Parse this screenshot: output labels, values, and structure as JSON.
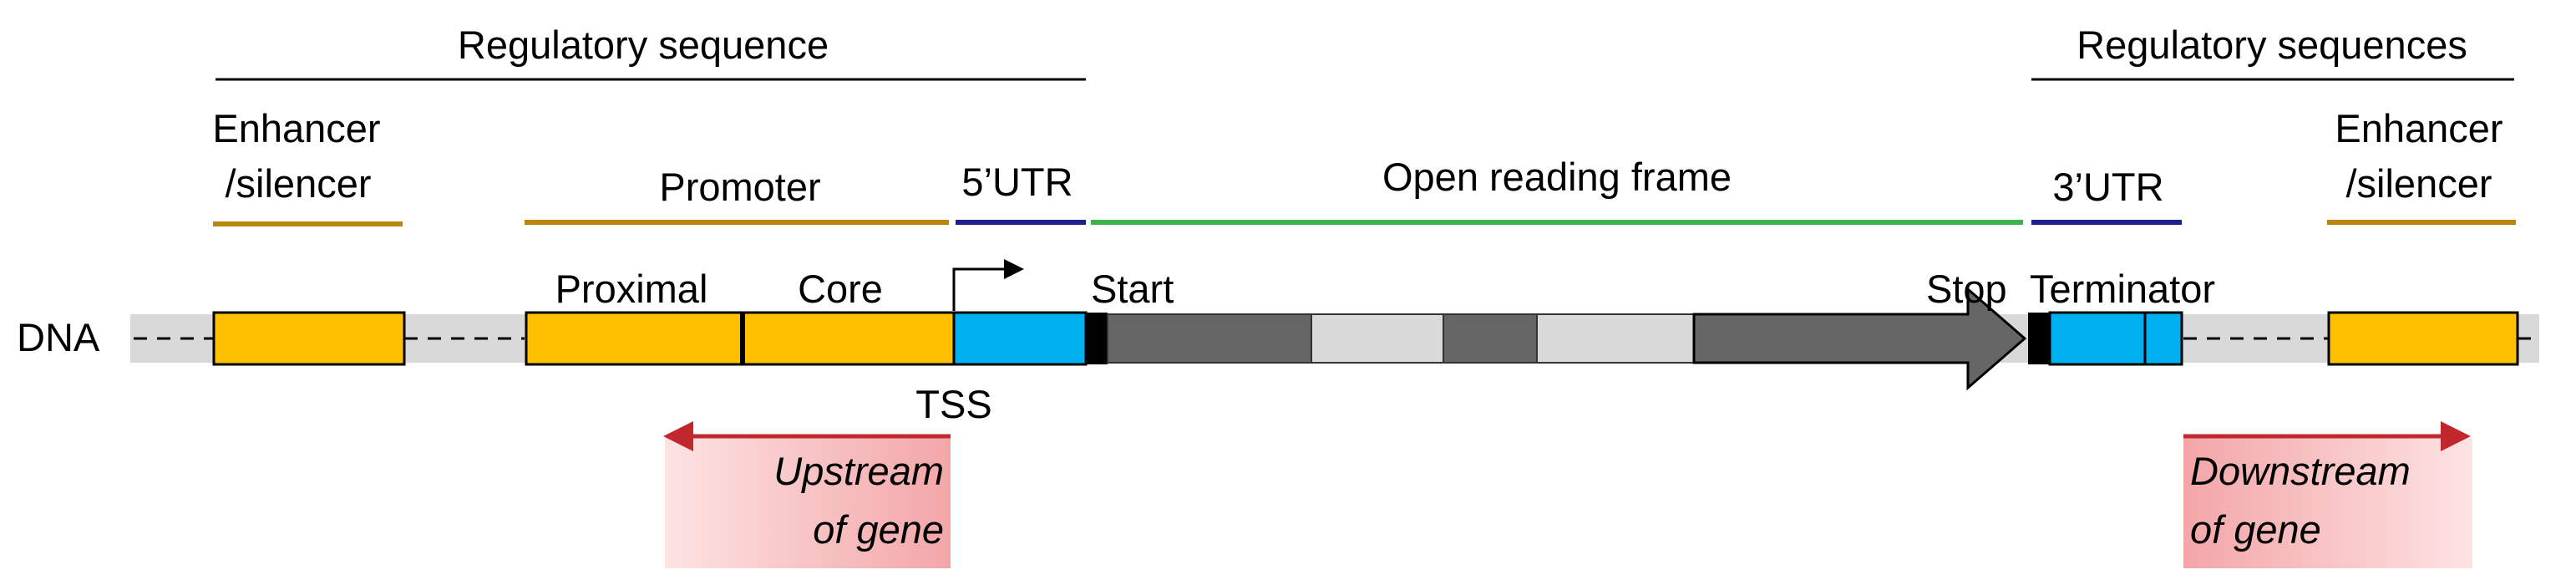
{
  "labels": {
    "regulatory_left": "Regulatory sequence",
    "regulatory_right": "Regulatory sequences",
    "enhancer_left_l1": "Enhancer",
    "enhancer_left_l2": "/silencer",
    "enhancer_right_l1": "Enhancer",
    "enhancer_right_l2": "/silencer",
    "promoter": "Promoter",
    "utr5": "5’UTR",
    "orf": "Open reading frame",
    "utr3": "3’UTR",
    "dna": "DNA",
    "proximal": "Proximal",
    "core": "Core",
    "start": "Start",
    "stop": "Stop",
    "terminator": "Terminator",
    "tss": "TSS",
    "upstream_l1": "Upstream",
    "upstream_l2": "of gene",
    "downstream_l1": "Downstream",
    "downstream_l2": "of gene"
  },
  "colors": {
    "promoter_box": "#FFC000",
    "utr_box": "#00B0F0",
    "exon": "#666666",
    "intron": "#D9D9D9",
    "dna_band": "#D9D9D9",
    "promoter_line": "#B8860B",
    "utr_line": "#1F1F8F",
    "orf_line": "#3CB44B",
    "direction_arrow": "#C0282D"
  }
}
